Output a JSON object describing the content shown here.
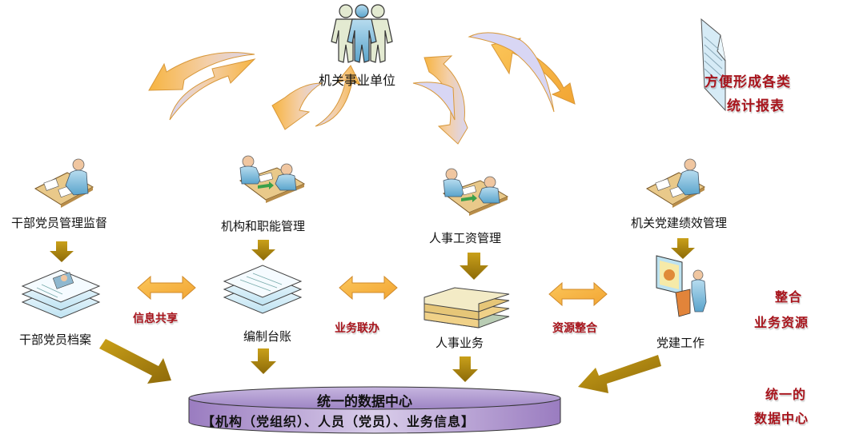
{
  "top_node": {
    "label": "机关事业单位",
    "icon": "people-group-icon"
  },
  "top_right_note": {
    "line1": "方便形成各类",
    "line2": "统计报表",
    "icon": "document-icon"
  },
  "modules": [
    {
      "label": "干部党员管理监督",
      "icon": "person-at-desk-icon",
      "output_label": "干部党员档案",
      "output_icon": "stacked-profile-documents-icon"
    },
    {
      "label": "机构和职能管理",
      "icon": "meeting-handover-icon",
      "output_label": "编制台账",
      "output_icon": "stacked-documents-icon"
    },
    {
      "label": "人事工资管理",
      "icon": "meeting-handover-icon",
      "output_label": "人事业务",
      "output_icon": "stacked-books-icon"
    },
    {
      "label": "机关党建绩效管理",
      "icon": "person-at-desk-icon",
      "output_label": "党建工作",
      "output_icon": "presentation-podium-icon"
    }
  ],
  "links": [
    {
      "label": "信息共享",
      "icon": "double-arrow-icon"
    },
    {
      "label": "业务联办",
      "icon": "double-arrow-icon"
    },
    {
      "label": "资源整合",
      "icon": "double-arrow-icon"
    }
  ],
  "right_notes": {
    "integrate": {
      "line1": "整合",
      "line2": "业务资源"
    },
    "datacenter": {
      "line1": "统一的",
      "line2": "数据中心"
    }
  },
  "data_center": {
    "title": "统一的数据中心",
    "subtitle": "【机构（党组织）、人员（党员）、业务信息】"
  },
  "colors": {
    "accent_red": "#a8141c",
    "orange_arrow": "#f6b23c",
    "lavender": "#d9d4f2",
    "gold_arrow": "#b8900c",
    "datacenter_purple": "#a58cc6"
  }
}
